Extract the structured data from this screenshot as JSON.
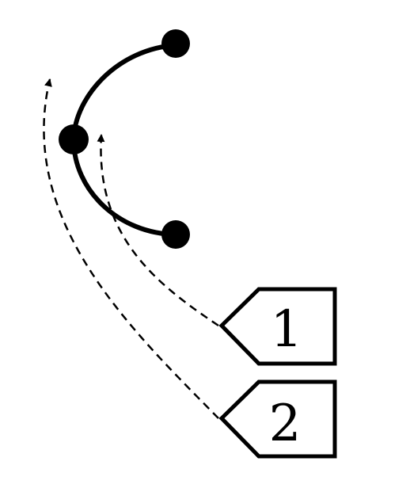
{
  "colors": {
    "background": "#ffffff",
    "ink": "#000000"
  },
  "diagram": {
    "nodes": [
      {
        "id": "top-node"
      },
      {
        "id": "middle-node"
      },
      {
        "id": "bottom-node"
      }
    ],
    "arc": {
      "from": "top-node",
      "via": "middle-node",
      "to": "bottom-node",
      "style": "solid"
    },
    "tags": [
      {
        "label": "1",
        "points_to": "middle-node",
        "arrow_style": "dashed"
      },
      {
        "label": "2",
        "points_to": "arc-upper-left",
        "arrow_style": "dashed"
      }
    ]
  }
}
